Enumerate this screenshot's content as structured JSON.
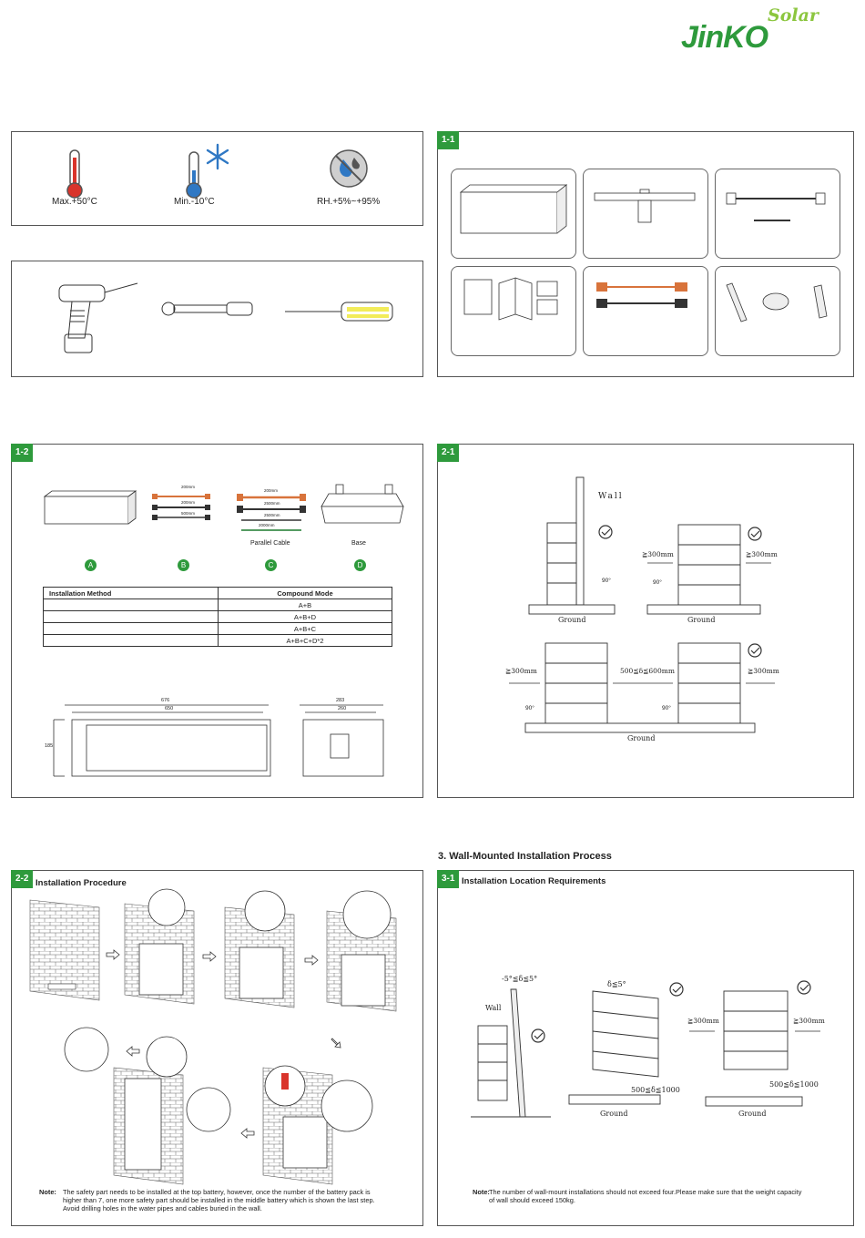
{
  "logo": {
    "brand": "JinKO",
    "sub": "Solar"
  },
  "env_panel": {
    "items": [
      {
        "icon": "thermometer-hot-icon",
        "label": "Max.+50°C"
      },
      {
        "icon": "thermometer-cold-icon",
        "label": "Min.-10°C"
      },
      {
        "icon": "no-humidity-icon",
        "label": "RH.+5%~+95%"
      }
    ]
  },
  "tools_panel": {
    "tools": [
      "drill-icon",
      "socket-wrench-icon",
      "screwdriver-icon"
    ]
  },
  "panel_1_1": {
    "tag": "1-1"
  },
  "panel_1_2": {
    "tag": "1-2",
    "part_labels": {
      "C": "Parallel Cable",
      "D": "Base"
    },
    "markers": [
      "A",
      "B",
      "C",
      "D"
    ],
    "cable_b_lengths": [
      "200mm",
      "200mm",
      "500mm"
    ],
    "cable_c_lengths": [
      "200mm",
      "2500mm",
      "2500mm",
      "2000mm"
    ],
    "table": {
      "headers": [
        "Installation Method",
        "Compound Mode"
      ],
      "rows": [
        [
          "",
          "A+B"
        ],
        [
          "",
          "A+B+D"
        ],
        [
          "",
          "A+B+C"
        ],
        [
          "",
          "A+B+C+D*2"
        ]
      ]
    },
    "dims": {
      "front_total": "676",
      "front_inner": "650",
      "height": "185",
      "side_total": "283",
      "side_inner": "260"
    }
  },
  "panel_2_1": {
    "tag": "2-1",
    "labels": {
      "wall": "Wall",
      "ground": "Ground",
      "gap_300": "≧300mm",
      "gap_range": "500≦δ≦600mm",
      "angle": "90°"
    }
  },
  "section_3": {
    "heading": "3. Wall-Mounted Installation Process"
  },
  "panel_2_2": {
    "tag": "2-2",
    "title": "Installation Procedure",
    "note_label": "Note:",
    "note_lines": [
      "The safety part needs to be installed at the top battery, however, once the number of the battery pack is",
      "higher than 7, one more safety part should be installed in the middle battery which is shown the last step.",
      "Avoid drilling holes in the water pipes and cables buried in the wall."
    ]
  },
  "panel_3_1": {
    "tag": "3-1",
    "title": "Installation Location Requirements",
    "labels": {
      "tilt_range": "-5°≦δ≦5°",
      "tilt": "δ≦5°",
      "wall": "Wall",
      "ground": "Ground",
      "gap_300": "≧300mm",
      "gap_range": "500≦δ≦1000"
    },
    "note_label": "Note:",
    "note_lines": [
      "The number of wall-mount installations should not exceed four.Please make sure that the weight capacity",
      "of wall should exceed 150kg."
    ]
  }
}
